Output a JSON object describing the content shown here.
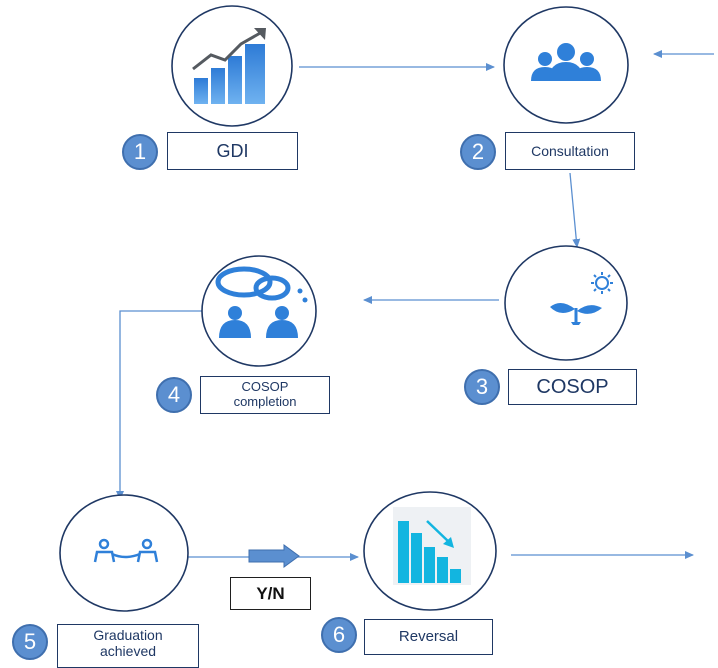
{
  "steps": [
    {
      "number": "1",
      "label": "GDI",
      "icon": "rising-bar-chart-icon"
    },
    {
      "number": "2",
      "label": "Consultation",
      "icon": "people-group-icon"
    },
    {
      "number": "3",
      "label": "COSOP",
      "icon": "seedling-sun-icon"
    },
    {
      "number": "4",
      "label": "COSOP completion",
      "icon": "discussion-people-icon"
    },
    {
      "number": "5",
      "label": "Graduation achieved",
      "icon": "handshake-people-icon"
    },
    {
      "number": "6",
      "label": "Reversal",
      "icon": "declining-bar-chart-icon"
    }
  ],
  "decision": {
    "label": "Y/N"
  },
  "colors": {
    "circle_stroke": "#1f3864",
    "arrow": "#5b8fd0",
    "icon_blue": "#2f80d9",
    "badge": "#5b8fd0",
    "label_border": "#1f3864",
    "reversal_cyan": "#12b5e0"
  }
}
